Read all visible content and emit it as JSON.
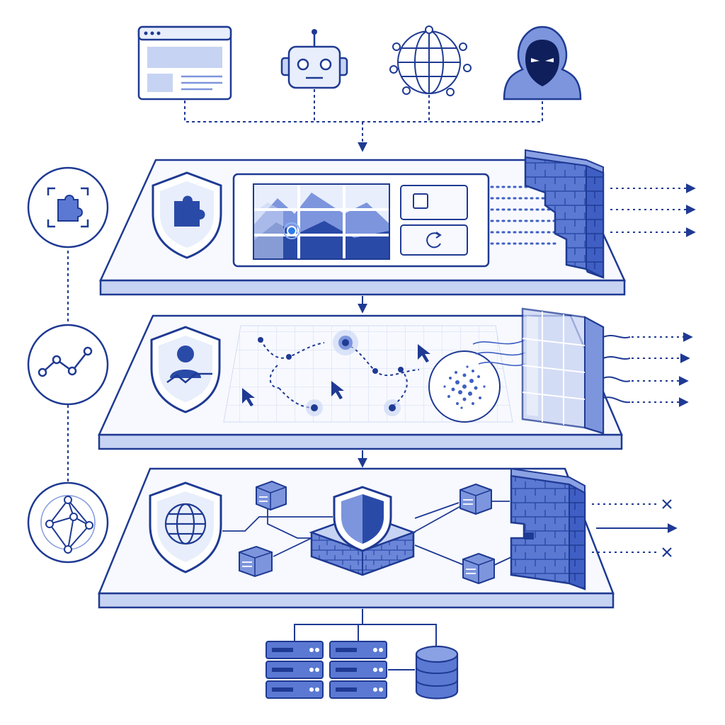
{
  "colors": {
    "navy": "#1f3a93",
    "blue": "#3f5fc4",
    "mid": "#7d95dd",
    "light": "#c7d3f3",
    "pale": "#e8eefb",
    "panel": "#f7f9fe",
    "white": "#ffffff"
  },
  "clients": [
    {
      "id": "browser-client",
      "icon": "browser-window-icon"
    },
    {
      "id": "bot-client",
      "icon": "robot-icon"
    },
    {
      "id": "web-client",
      "icon": "globe-network-icon"
    },
    {
      "id": "attacker-client",
      "icon": "hooded-hacker-icon"
    }
  ],
  "layers": [
    {
      "id": "captcha-layer",
      "shield_icon": "puzzle-shield-icon",
      "side_icon": "puzzle-scan-icon",
      "outputs": [
        "pass",
        "pass",
        "pass"
      ]
    },
    {
      "id": "behavior-layer",
      "shield_icon": "user-shield-icon",
      "side_icon": "trend-line-icon",
      "outputs": [
        "pass",
        "pass",
        "pass",
        "pass"
      ]
    },
    {
      "id": "network-layer",
      "shield_icon": "globe-shield-icon",
      "side_icon": "network-graph-icon",
      "outputs": [
        "blocked",
        "pass",
        "blocked"
      ]
    }
  ],
  "backend": [
    {
      "id": "server-rack-1",
      "icon": "server-rack-icon"
    },
    {
      "id": "server-rack-2",
      "icon": "server-rack-icon"
    },
    {
      "id": "database",
      "icon": "database-icon"
    }
  ]
}
